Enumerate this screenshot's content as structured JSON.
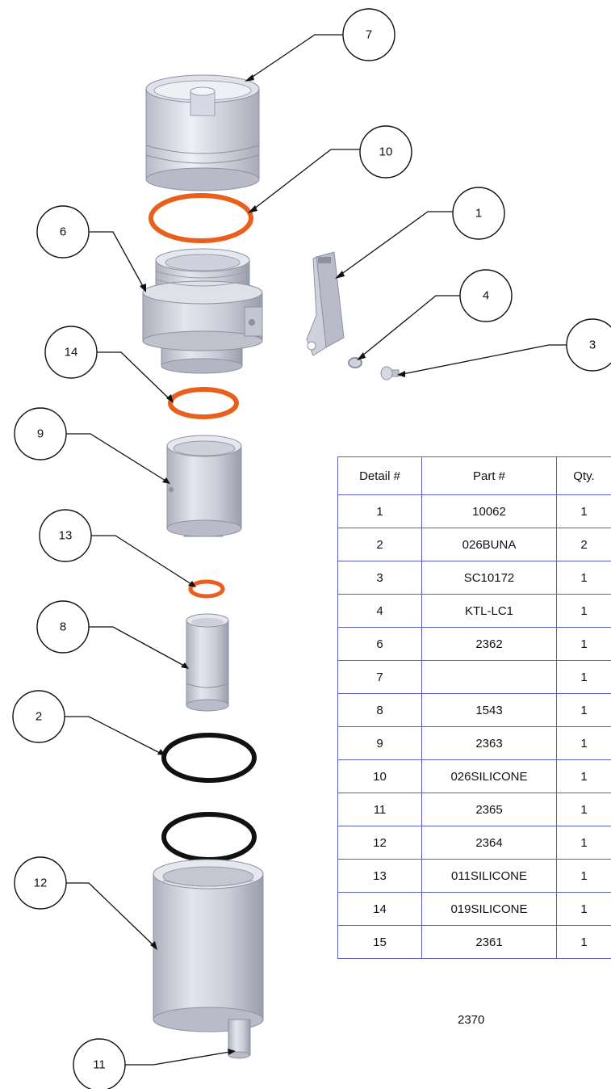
{
  "callouts": [
    "7",
    "10",
    "6",
    "1",
    "4",
    "3",
    "14",
    "9",
    "13",
    "8",
    "2",
    "12",
    "11"
  ],
  "table": {
    "headers": [
      "Detail #",
      "Part #",
      "Qty."
    ],
    "rows": [
      [
        "1",
        "10062",
        "1"
      ],
      [
        "2",
        "026BUNA",
        "2"
      ],
      [
        "3",
        "SC10172",
        "1"
      ],
      [
        "4",
        "KTL-LC1",
        "1"
      ],
      [
        "6",
        "2362",
        "1"
      ],
      [
        "7",
        "",
        "1"
      ],
      [
        "8",
        "1543",
        "1"
      ],
      [
        "9",
        "2363",
        "1"
      ],
      [
        "10",
        "026SILICONE",
        "1"
      ],
      [
        "11",
        "2365",
        "1"
      ],
      [
        "12",
        "2364",
        "1"
      ],
      [
        "13",
        "011SILICONE",
        "1"
      ],
      [
        "14",
        "019SILICONE",
        "1"
      ],
      [
        "15",
        "2361",
        "1"
      ]
    ]
  },
  "drawing_number": "2370",
  "colors": {
    "oring_orange": "#e8601c",
    "oring_black": "#111111",
    "part_gray": "#c9ccd6",
    "table_border": "#5a5fbf"
  }
}
